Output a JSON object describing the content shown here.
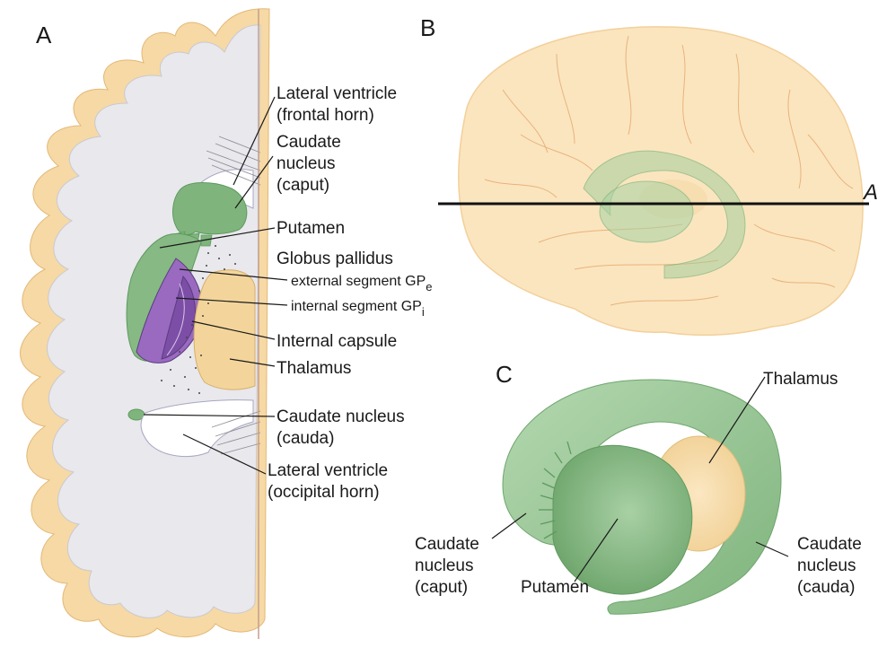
{
  "colors": {
    "cortex": "#f6d9a4",
    "whiteMatter": "#e9e9ee",
    "greenFill": "#8cbf8a",
    "greenDark": "#5e9a5e",
    "purple": "#8a5ab3",
    "thalamus": "#f3d59b",
    "ventricle": "#ffffff"
  },
  "panels": {
    "a": "A",
    "b": "B",
    "c": "C"
  },
  "panel_a": {
    "lv_frontal_1": "Lateral ventricle",
    "lv_frontal_2": "(frontal horn)",
    "caudate_1": "Caudate",
    "caudate_2": "nucleus",
    "caudate_3": "(caput)",
    "putamen": "Putamen",
    "gp": "Globus pallidus",
    "gpe": "external segment GP",
    "gpe_sub": "e",
    "gpi": "internal segment GP",
    "gpi_sub": "i",
    "internal_capsule": "Internal capsule",
    "thalamus": "Thalamus",
    "cauda_1": "Caudate nucleus",
    "cauda_2": "(cauda)",
    "lv_occipital_1": "Lateral ventricle",
    "lv_occipital_2": "(occipital horn)"
  },
  "panel_b": {
    "cut_label": "A"
  },
  "panel_c": {
    "thalamus": "Thalamus",
    "caput_1": "Caudate",
    "caput_2": "nucleus",
    "caput_3": "(caput)",
    "putamen": "Putamen",
    "cauda_1": "Caudate",
    "cauda_2": "nucleus",
    "cauda_3": "(cauda)"
  }
}
